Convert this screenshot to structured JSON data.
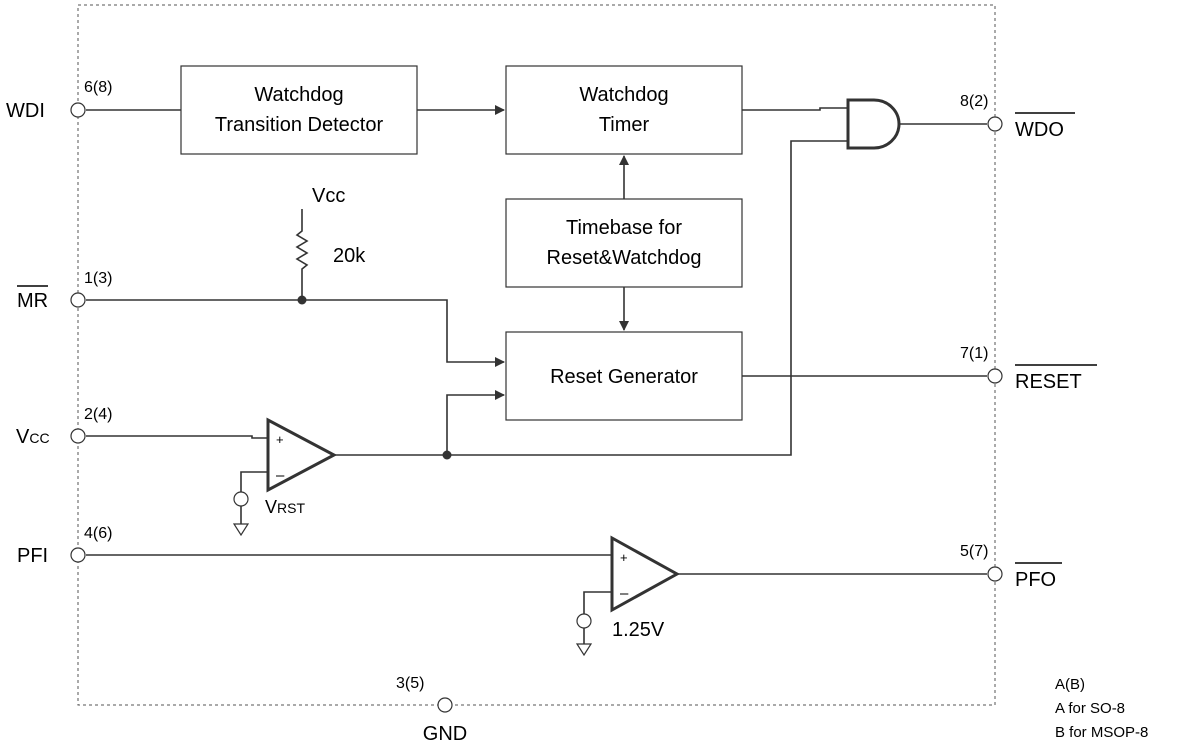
{
  "blocks": {
    "wtd": [
      "Watchdog",
      "Transition Detector"
    ],
    "wdt": [
      "Watchdog",
      "Timer"
    ],
    "tb": [
      "Timebase for",
      "Reset&Watchdog"
    ],
    "rg": [
      "Reset Generator"
    ]
  },
  "pins": {
    "wdi": {
      "name": "WDI",
      "num": "6(8)"
    },
    "mr": {
      "name": "MR",
      "num": "1(3)"
    },
    "vcc": {
      "name": "V",
      "sub": "CC",
      "num": "2(4)"
    },
    "pfi": {
      "name": "PFI",
      "num": "4(6)"
    },
    "wdo": {
      "name": "WDO",
      "num": "8(2)"
    },
    "reset": {
      "name": "RESET",
      "num": "7(1)"
    },
    "pfo": {
      "name": "PFO",
      "num": "5(7)"
    },
    "gnd": {
      "name": "GND",
      "num": "3(5)"
    }
  },
  "components": {
    "pullup_supply": "Vcc",
    "pullup_value": "20k",
    "vrst_main": "V",
    "vrst_sub": "RST",
    "pf_ref": "1.25V"
  },
  "comparator_signs": {
    "plus": "+",
    "minus": "–"
  },
  "legend": [
    "A(B)",
    "A for SO-8",
    "B for MSOP-8"
  ]
}
